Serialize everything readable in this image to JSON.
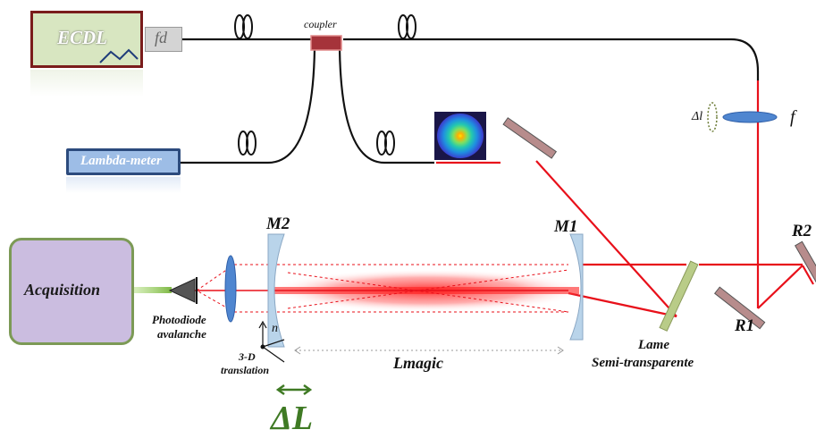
{
  "labels": {
    "ecdl": "ECDL",
    "fd": "fd",
    "coupler": "coupler",
    "lambda_meter": "Lambda-meter",
    "delta_l": "Δl",
    "f": "f",
    "m2": "M2",
    "m1": "M1",
    "r1": "R1",
    "r2": "R2",
    "acquisition": "Acquisition",
    "photodiode": "Photodiode",
    "avalanche": "avalanche",
    "n": "n",
    "translation_3d": "3-D",
    "translation": "translation",
    "l_magic": "Lmagic",
    "lame": "Lame",
    "semi_transparente": "Semi-transparente",
    "delta_L": "ΔL"
  },
  "colors": {
    "laser": "#e8101a",
    "fiber": "#111111",
    "ecdl_fill": "#d8e6c1",
    "ecdl_border": "#7a1c1c",
    "lambda_fill": "#9dbde6",
    "acquisition_fill": "#cbbde0",
    "acquisition_border": "#7c9a56",
    "coupler": "#a5333a",
    "mirror": "#b9d4ea",
    "lens": "#4f86d0",
    "delta_L_arrow": "#3f7a24",
    "plate": "#b9cc88"
  }
}
